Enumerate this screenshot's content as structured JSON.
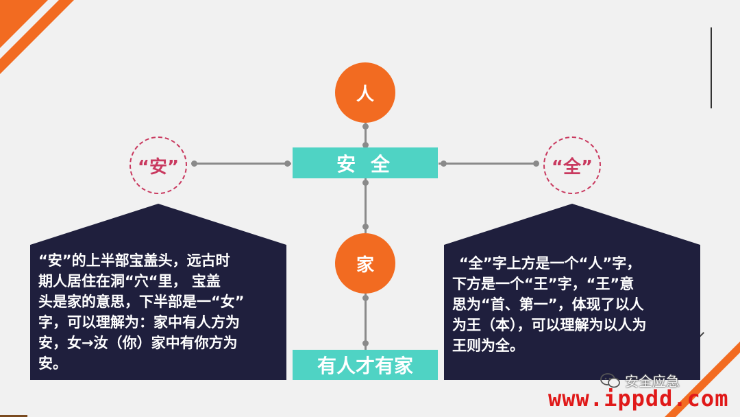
{
  "diagram": {
    "top_circle": "人",
    "middle_circle": "家",
    "center_bar": "安 全",
    "bottom_bar": "有人才有家",
    "left_badge": "“安”",
    "right_badge": "“全”",
    "left_panel_lines": [
      "“安”的上半部宝盖头，远古时",
      "期人居住在洞“穴“里， 宝盖",
      "头是家的意思，下半部是一“女”",
      "字，可以理解为：家中有人方为",
      "安，女→汝（你）家中有你方为",
      "安。"
    ],
    "right_panel_lines": [
      "“全”字上方是一个“人”字，",
      "下方是一个“王”字，“王”意",
      "思为“首、第一”，体现了以人",
      "为王（本），可以理解为以人为",
      "王则为全。"
    ]
  },
  "watermark": {
    "wechat_label": "安全应急",
    "url": "www.ippdd.com",
    "icon": "wechat-icon"
  },
  "colors": {
    "accent": "#f26b21",
    "teal": "#4fd3c4",
    "navy": "#1f1f3d",
    "pink": "#c9395f",
    "url_red": "#e01919"
  }
}
